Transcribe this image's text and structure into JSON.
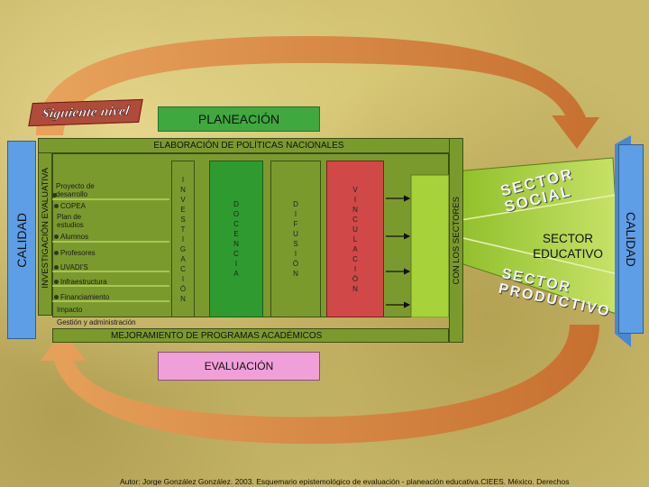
{
  "siguiente_nivel": "Siguiente nivel",
  "planeacion": "PLANEACIÓN",
  "elaboracion": "ELABORACIÓN DE POLÍTICAS NACIONALES",
  "left_calidad": "CALIDAD",
  "right_calidad": "CALIDAD",
  "investigacion_vertical": "INVESTIGACIÓN EVALUATIVA",
  "con_los_sectores": "CON LOS SECTORES",
  "items": [
    {
      "label": "Proyecto de desarrollo"
    },
    {
      "label": "COPEA"
    },
    {
      "label": "Plan de estudios"
    },
    {
      "label": "Alumnos"
    },
    {
      "label": "Profesores"
    },
    {
      "label": "UVADI'S"
    },
    {
      "label": "Infraestructura"
    },
    {
      "label": "Financiamiento"
    },
    {
      "label": "Impacto"
    },
    {
      "label": "Gestión y administración"
    }
  ],
  "columns": [
    {
      "name": "investigacion",
      "letters": [
        "I",
        "N",
        "V",
        "E",
        "S",
        "T",
        "I",
        "G",
        "A",
        "C",
        "I",
        "Ó",
        "N"
      ]
    },
    {
      "name": "docencia",
      "letters": [
        "D",
        "O",
        "C",
        "E",
        "N",
        "C",
        "I",
        "A"
      ]
    },
    {
      "name": "difusion",
      "letters": [
        "D",
        "I",
        "F",
        "U",
        "S",
        "I",
        "Ó",
        "N"
      ]
    },
    {
      "name": "vinculacion",
      "letters": [
        "V",
        "I",
        "N",
        "C",
        "U",
        "L",
        "A",
        "C",
        "I",
        "Ó",
        "N"
      ]
    }
  ],
  "sector_social": "SECTOR SOCIAL",
  "sector_educativo": "SECTOR EDUCATIVO",
  "sector_productivo": "SECTOR PRODUCTIVO",
  "mejoramiento": "MEJORAMIENTO DE PROGRAMAS ACADÉMICOS",
  "evaluacion": "EVALUACIÓN",
  "footer": "Autor: Jorge González González. 2003. Esquemario epistemológico de evaluación - planeación educativa.CIEES. México. Derechos",
  "colors": {
    "arrow": "#d9874a",
    "planeacion": "#3fa83f",
    "evaluacion": "#f0a0d8",
    "calidad_blue": "#5e9ee6",
    "main_fill": "#7b9a2e",
    "docencia": "#2f9a2f",
    "vinculacion": "#d04848",
    "sector_fill": "#a8d23a"
  }
}
